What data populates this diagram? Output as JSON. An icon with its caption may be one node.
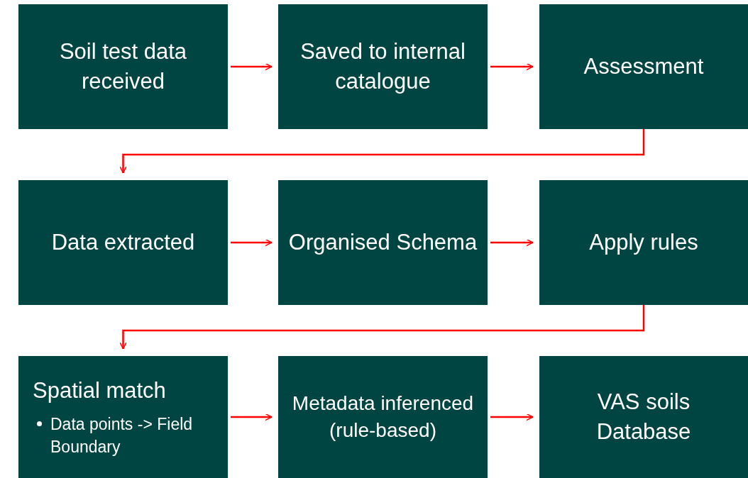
{
  "diagram": {
    "nodes": [
      {
        "text": [
          "Soil test data received"
        ]
      },
      {
        "text": [
          "Saved to internal catalogue"
        ]
      },
      {
        "text": [
          "Assessment"
        ]
      },
      {
        "text": [
          "Data extracted"
        ]
      },
      {
        "text": [
          "Organised Schema"
        ]
      },
      {
        "text": [
          "Apply rules"
        ]
      },
      {
        "text": [
          "Spatial match",
          "Data points -> Field Boundary"
        ]
      },
      {
        "text": [
          "Metadata inferenced (rule-based)"
        ]
      },
      {
        "text": [
          "VAS soils Database"
        ]
      }
    ],
    "edges": [
      {
        "from": 0,
        "to": 1,
        "arrow": "to"
      },
      {
        "from": 1,
        "to": 2,
        "arrow": "to"
      },
      {
        "from": 2,
        "to": 3,
        "arrow": "to"
      },
      {
        "from": 3,
        "to": 4,
        "arrow": "to"
      },
      {
        "from": 4,
        "to": 5,
        "arrow": "to"
      },
      {
        "from": 5,
        "to": 6,
        "arrow": "to"
      },
      {
        "from": 6,
        "to": 7,
        "arrow": "to"
      },
      {
        "from": 7,
        "to": 8,
        "arrow": "to"
      }
    ]
  }
}
